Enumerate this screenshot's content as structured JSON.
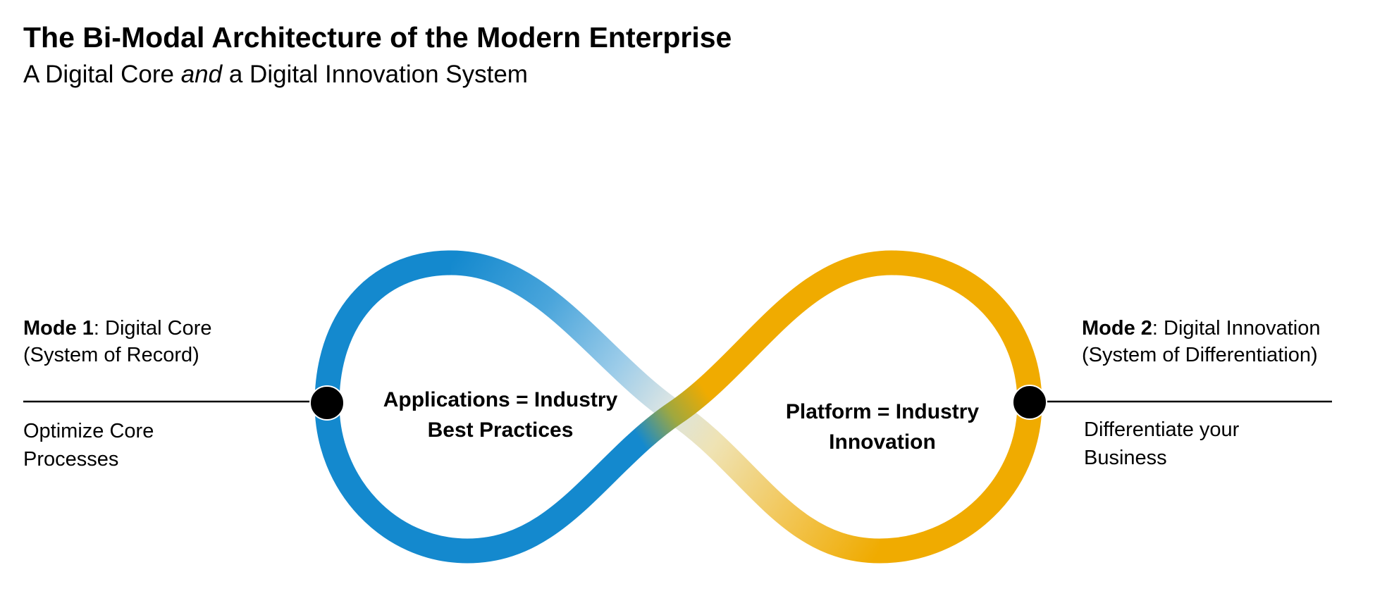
{
  "title": "The Bi-Modal Architecture of the Modern Enterprise",
  "subtitle": {
    "prefix": "A Digital Core ",
    "italic": "and",
    "suffix": " a Digital Innovation System"
  },
  "left": {
    "mode_label": "Mode 1",
    "mode_rest": ": Digital Core",
    "system": "(System of Record)",
    "action_line1": "Optimize Core",
    "action_line2": "Processes"
  },
  "right": {
    "mode_label": "Mode 2",
    "mode_rest": ": Digital Innovation",
    "system": "(System of Differentiation)",
    "action_line1": "Differentiate your",
    "action_line2": "Business"
  },
  "loop_labels": {
    "left_line1": "Applications = Industry",
    "left_line2": "Best Practices",
    "right_line1": "Platform = Industry",
    "right_line2": "Innovation"
  },
  "colors": {
    "blue": "#1489CE",
    "gold": "#F0AB00",
    "line": "#000000",
    "text": "#000000",
    "bg": "#ffffff"
  }
}
